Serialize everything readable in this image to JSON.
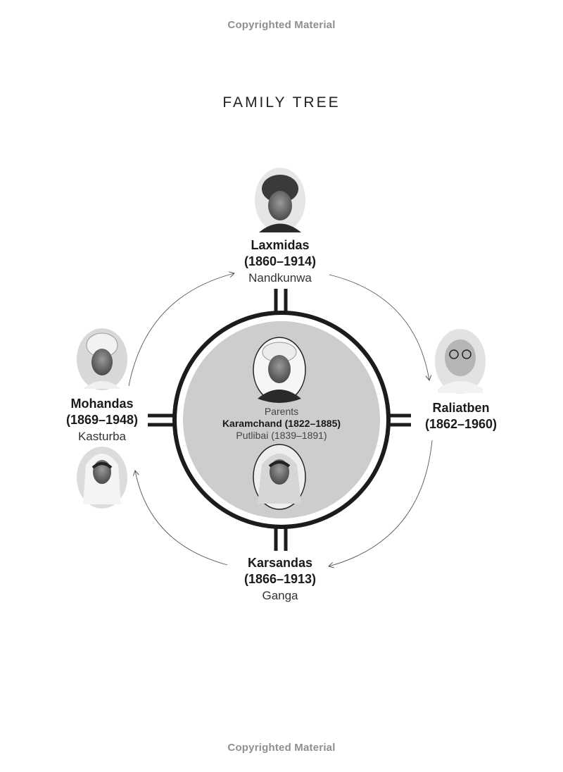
{
  "header": {
    "watermark": "Copyrighted Material"
  },
  "footer": {
    "watermark": "Copyrighted Material"
  },
  "title": "FAMILY TREE",
  "parents": {
    "label": "Parents",
    "father": "Karamchand (1822–1885)",
    "mother": "Putlibai (1839–1891)"
  },
  "children": {
    "laxmidas": {
      "name": "Laxmidas",
      "dates": "(1860–1914)",
      "spouse": "Nandkunwa"
    },
    "raliatben": {
      "name": "Raliatben",
      "dates": "(1862–1960)"
    },
    "karsandas": {
      "name": "Karsandas",
      "dates": "(1866–1913)",
      "spouse": "Ganga"
    },
    "mohandas": {
      "name": "Mohandas",
      "dates": "(1869–1948)",
      "spouse": "Kasturba"
    }
  },
  "colors": {
    "ring": "#1c1c1c",
    "inner_fill": "#cdcdcd",
    "arrow": "#555555"
  }
}
